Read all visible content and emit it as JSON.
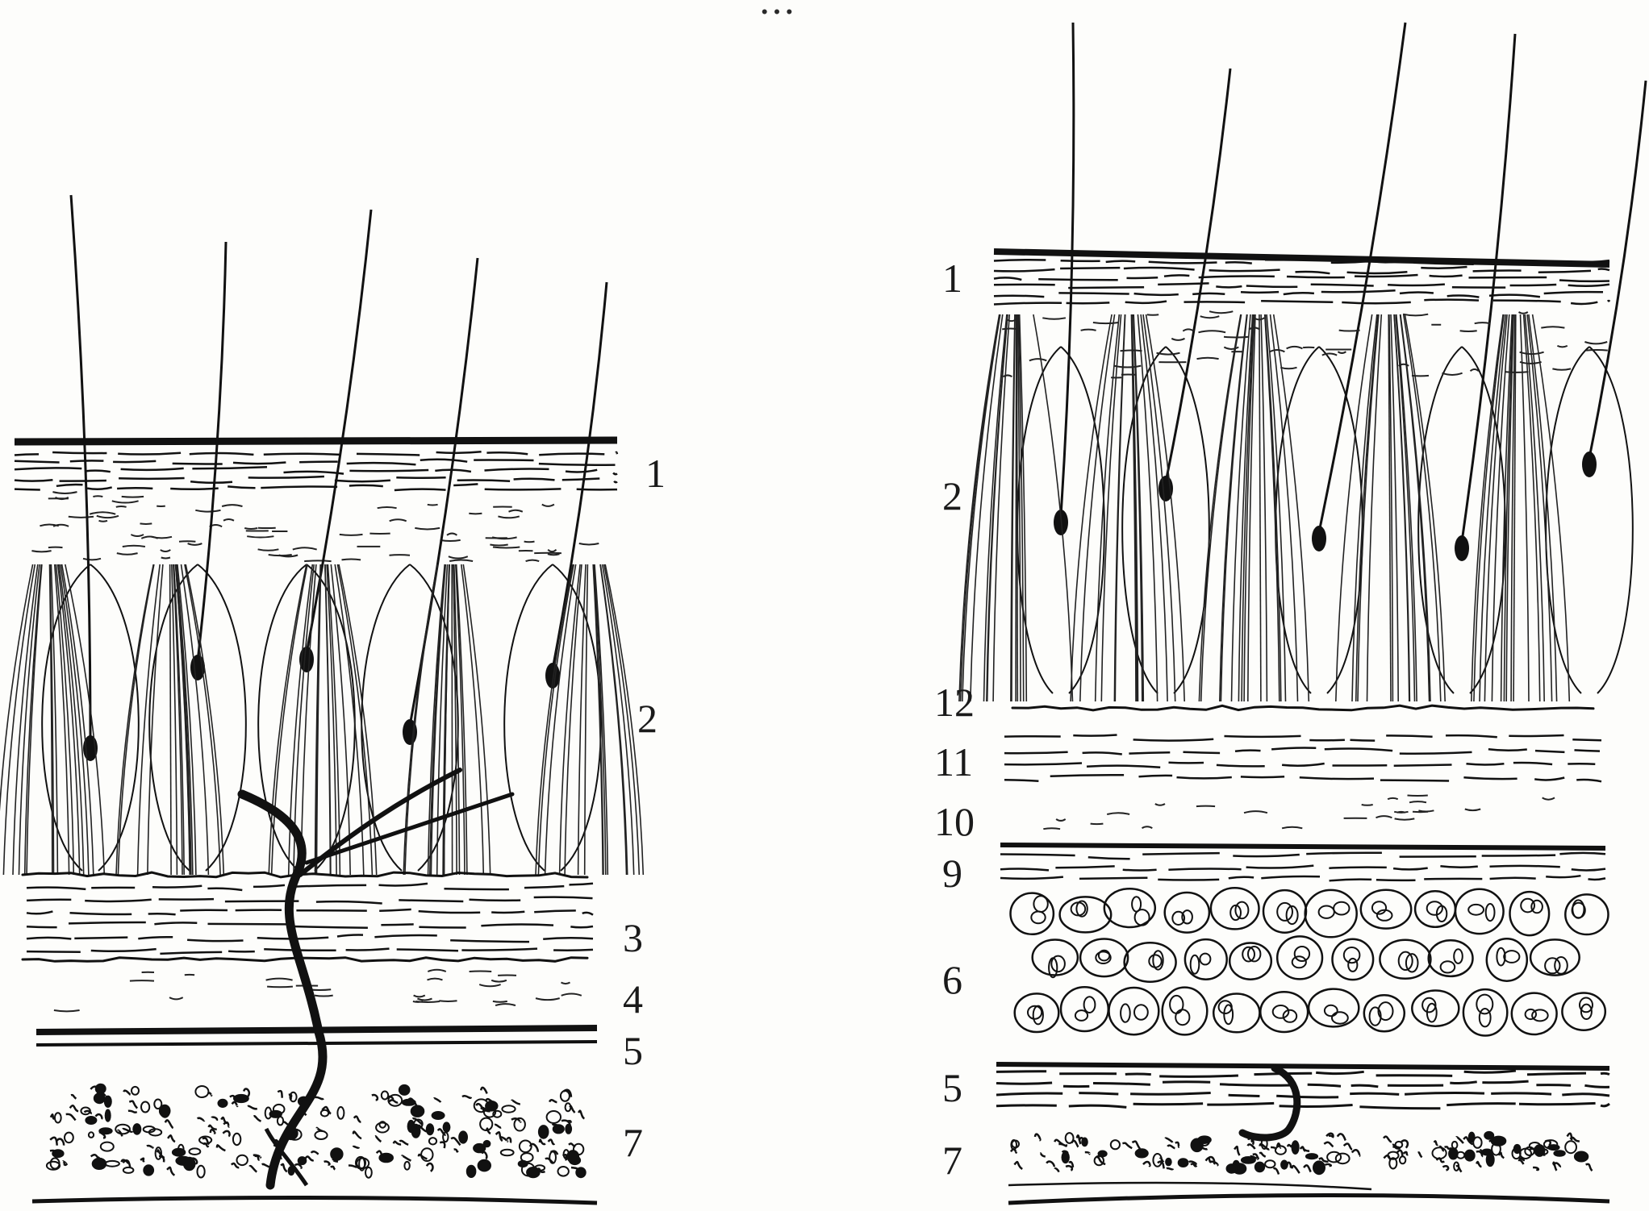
{
  "title_fragment": "…",
  "left_diagram": {
    "labels": [
      "1",
      "2",
      "3",
      "4",
      "5",
      "7"
    ]
  },
  "right_diagram": {
    "labels": [
      "1",
      "2",
      "12",
      "11",
      "10",
      "9",
      "6",
      "5",
      "7"
    ]
  }
}
